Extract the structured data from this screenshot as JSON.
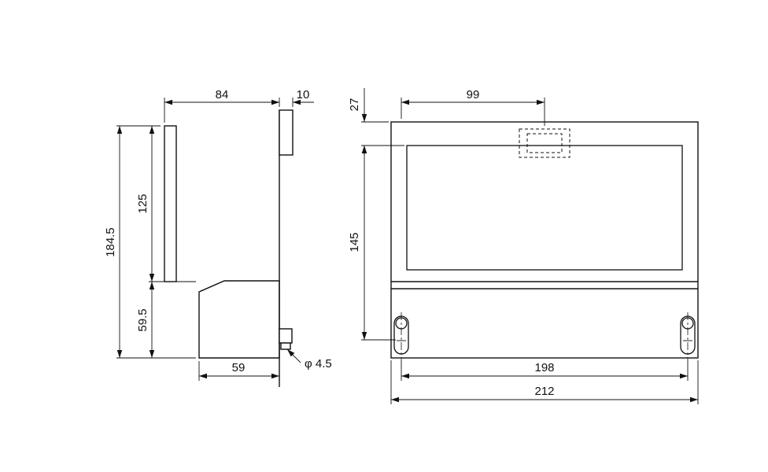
{
  "drawing": {
    "title": "technical-dimension-drawing",
    "left": {
      "view": "side-view",
      "dims": {
        "w84": "84",
        "t10": "10",
        "h184": "184.5",
        "h125": "125",
        "h59": "59.5",
        "d59": "59",
        "hole": "φ 4.5"
      }
    },
    "right": {
      "view": "front-view",
      "dims": {
        "v27": "27",
        "v99": "99",
        "v145": "145",
        "v198": "198",
        "v212": "212"
      }
    }
  }
}
